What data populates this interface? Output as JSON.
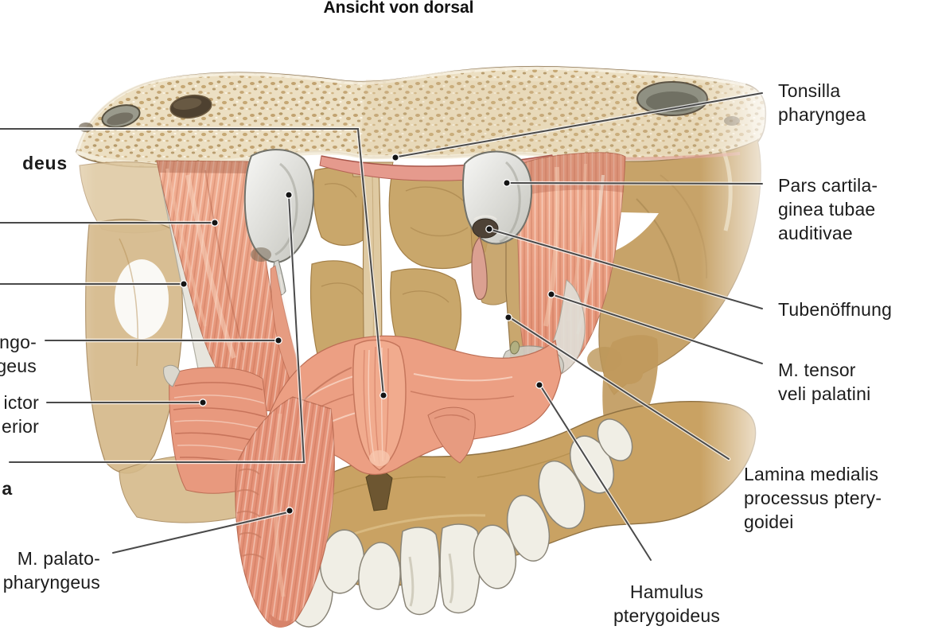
{
  "title": "Ansicht von dorsal",
  "colors": {
    "leader_line": "#4a4a4a",
    "label_text": "#1c1c1c",
    "muscle": "#e99c80",
    "bone_spongy": "#ecdfc2",
    "bone_tan": "#c9a76b",
    "cartilage": "#d9d9d3"
  },
  "labels": {
    "left": [
      {
        "id": "fragment-deus",
        "text": "deus",
        "note": "partially cut off at image edge"
      },
      {
        "id": "fragment-salpingopharyngeus",
        "text": "ngo-\ngeus",
        "note": "partially cut off at image edge"
      },
      {
        "id": "fragment-constrictor-superior",
        "text": "ictor\nerior",
        "note": "partially cut off at image edge"
      },
      {
        "id": "fragment-a",
        "text": "a",
        "note": "partially cut off at image edge"
      },
      {
        "id": "palatopharyngeus",
        "text": "M. palato-\npharyngeus"
      }
    ],
    "right": [
      {
        "id": "tonsilla-pharyngea",
        "text": "Tonsilla\npharyngea"
      },
      {
        "id": "pars-cartilaginea",
        "text": "Pars cartila-\nginea tubae\nauditivae"
      },
      {
        "id": "tubenoeffnung",
        "text": "Tubenöffnung"
      },
      {
        "id": "tensor-veli-palatini",
        "text": "M. tensor\nveli palatini"
      },
      {
        "id": "lamina-medialis",
        "text": "Lamina medialis\nprocessus ptery-\ngoidei"
      },
      {
        "id": "hamulus-pterygoideus",
        "text": "Hamulus\npterygoideus"
      }
    ]
  }
}
